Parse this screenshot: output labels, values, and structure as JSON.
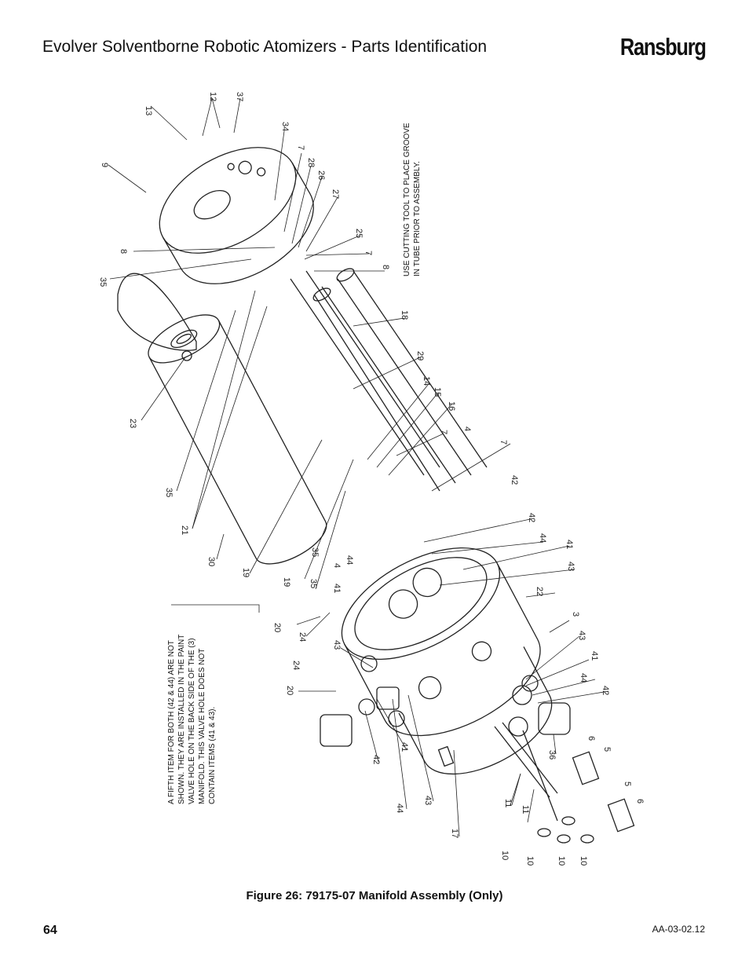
{
  "header": {
    "title": "Evolver Solventborne Robotic Atomizers - Parts Identification",
    "brand": "Ransburg"
  },
  "notes": {
    "groove": "USE CUTTING TOOL TO PLACE GROOVE\nIN TUBE PRIOR TO ASSEMBLY.",
    "fifth_item": "A FIFTH ITEM FOR BOTH (42 & 44) ARE NOT\nSHOWN. THEY ARE INSTALLED IN THE PAINT\nVALVE HOLE ON THE BACK SIDE OF THE (3)\nMANIFOLD. THIS VALVE HOLE DOES NOT\nCONTAIN ITEMS (41 & 43)."
  },
  "callouts": [
    "13",
    "12",
    "37",
    "9",
    "34",
    "7",
    "28",
    "26",
    "27",
    "25",
    "8",
    "7",
    "8",
    "35",
    "18",
    "29",
    "23",
    "14",
    "15",
    "16",
    "7",
    "4",
    "7",
    "42",
    "35",
    "21",
    "30",
    "19",
    "35",
    "19",
    "35",
    "44",
    "4",
    "41",
    "42",
    "44",
    "41",
    "43",
    "22",
    "20",
    "24",
    "43",
    "3",
    "43",
    "41",
    "24",
    "20",
    "44",
    "42",
    "42",
    "41",
    "43",
    "44",
    "17",
    "11",
    "11",
    "36",
    "6",
    "5",
    "5",
    "6",
    "10",
    "10",
    "10",
    "10"
  ],
  "caption": "Figure 26:  79175-07 Manifold Assembly (Only)",
  "footer": {
    "page_number": "64",
    "doc_code": "AA-03-02.12"
  }
}
